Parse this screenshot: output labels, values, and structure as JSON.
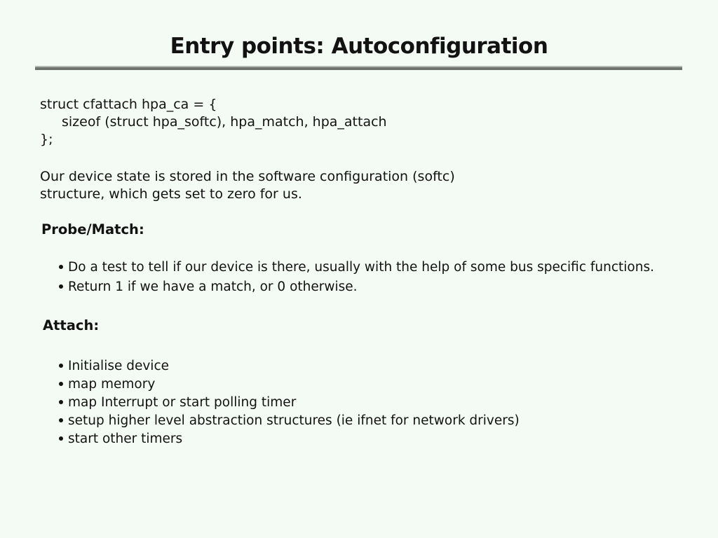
{
  "slide": {
    "title": "Entry points: Autoconfiguration",
    "background_color": "#f4faf4",
    "text_color": "#121212",
    "rule_top_color": "#b6bab6",
    "rule_bottom_color": "#6e736e"
  },
  "code_block": {
    "lines": [
      "struct cfattach hpa_ca = {",
      "sizeof (struct hpa_softc), hpa_match, hpa_attach",
      "};"
    ]
  },
  "paragraph": {
    "lines": [
      "Our device state is stored in the software configuration (softc)",
      "structure, which gets set to zero for us."
    ]
  },
  "sections": [
    {
      "heading": "Probe/Match:",
      "bullets": [
        "Do a test to tell if our device is there, usually with the help of some bus specific functions.",
        "Return 1 if we have a match, or 0 otherwise."
      ]
    },
    {
      "heading": "Attach:",
      "bullets": [
        "Initialise device",
        "map memory",
        "map Interrupt or start polling timer",
        "setup higher level abstraction structures (ie ifnet for network drivers)",
        "start other timers"
      ]
    }
  ]
}
